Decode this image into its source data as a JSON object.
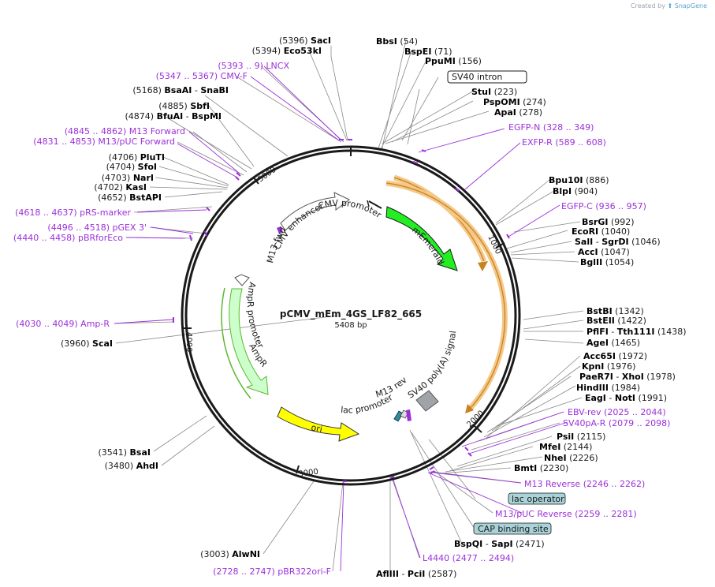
{
  "credit": {
    "prefix": "Created by",
    "brand": "SnapGene"
  },
  "plasmid": {
    "name": "pCMV_mEm_4GS_LF82_665",
    "length": "5408 bp"
  },
  "ring_ticks": [
    {
      "id": "t1000",
      "label": "1000"
    },
    {
      "id": "t2000",
      "label": "2000"
    },
    {
      "id": "t3000",
      "label": "3000"
    },
    {
      "id": "t4000",
      "label": "4000"
    },
    {
      "id": "t5000",
      "label": "5000"
    }
  ],
  "feature_labels": {
    "cmv_enhancer": "CMV enhancer",
    "cmv_promoter": "CMV promoter",
    "m13_fwd": "M13 fwd",
    "memerald": "mEmerald",
    "sv40_polya": "SV40 poly(A) signal",
    "m13_rev": "M13 rev",
    "lac_promoter": "lac promoter",
    "ori": "ori",
    "ampr": "AmpR",
    "ampr_promoter": "AmpR promoter"
  },
  "site_labels": [
    {
      "id": "sacI",
      "parts": [
        [
          "(5396)  ",
          "n"
        ],
        [
          "SacI",
          "b"
        ]
      ]
    },
    {
      "id": "eco53ki",
      "parts": [
        [
          "(5394)  ",
          "n"
        ],
        [
          "Eco53kI",
          "b"
        ]
      ]
    },
    {
      "id": "lncx",
      "parts": [
        [
          "(5393 .. 9)  LNCX",
          "p"
        ]
      ]
    },
    {
      "id": "cmvf",
      "parts": [
        [
          "(5347 .. 5367)  CMV-F",
          "p"
        ]
      ]
    },
    {
      "id": "bsaai",
      "parts": [
        [
          "(5168)  ",
          "n"
        ],
        [
          "BsaAI",
          "b"
        ],
        [
          "  - ",
          "n"
        ],
        [
          "SnaBI",
          "b"
        ]
      ]
    },
    {
      "id": "sbfi",
      "parts": [
        [
          "(4885)  ",
          "n"
        ],
        [
          "SbfI",
          "b"
        ]
      ]
    },
    {
      "id": "bfuai",
      "parts": [
        [
          "(4874)  ",
          "n"
        ],
        [
          "BfuAI",
          "b"
        ],
        [
          "  - ",
          "n"
        ],
        [
          "BspMI",
          "b"
        ]
      ]
    },
    {
      "id": "m13fwd",
      "parts": [
        [
          "(4845 .. 4862)  M13 Forward",
          "p"
        ]
      ]
    },
    {
      "id": "m13puc",
      "parts": [
        [
          "(4831 .. 4853)  M13/pUC Forward",
          "p"
        ]
      ]
    },
    {
      "id": "pluti",
      "parts": [
        [
          "(4706)  ",
          "n"
        ],
        [
          "PluTI",
          "b"
        ]
      ]
    },
    {
      "id": "sfoi",
      "parts": [
        [
          "(4704)  ",
          "n"
        ],
        [
          "SfoI",
          "b"
        ]
      ]
    },
    {
      "id": "nari",
      "parts": [
        [
          "(4703)  ",
          "n"
        ],
        [
          "NarI",
          "b"
        ]
      ]
    },
    {
      "id": "kasi",
      "parts": [
        [
          "(4702)  ",
          "n"
        ],
        [
          "KasI",
          "b"
        ]
      ]
    },
    {
      "id": "bstapi",
      "parts": [
        [
          "(4652)  ",
          "n"
        ],
        [
          "BstAPI",
          "b"
        ]
      ]
    },
    {
      "id": "prs",
      "parts": [
        [
          "(4618 .. 4637)  pRS-marker",
          "p"
        ]
      ]
    },
    {
      "id": "pgex",
      "parts": [
        [
          "(4496 .. 4518)  pGEX 3'",
          "p"
        ]
      ]
    },
    {
      "id": "pbrfor",
      "parts": [
        [
          "(4440 .. 4458)  pBRforEco",
          "p"
        ]
      ]
    },
    {
      "id": "ampr_primer",
      "parts": [
        [
          "(4030 .. 4049)  Amp-R",
          "p"
        ]
      ]
    },
    {
      "id": "scai",
      "parts": [
        [
          "(3960)  ",
          "n"
        ],
        [
          "ScaI",
          "b"
        ]
      ]
    },
    {
      "id": "bsai",
      "parts": [
        [
          "(3541)  ",
          "n"
        ],
        [
          "BsaI",
          "b"
        ]
      ]
    },
    {
      "id": "ahdi",
      "parts": [
        [
          "(3480)  ",
          "n"
        ],
        [
          "AhdI",
          "b"
        ]
      ]
    },
    {
      "id": "alwni",
      "parts": [
        [
          "(3003)  ",
          "n"
        ],
        [
          "AlwNI",
          "b"
        ]
      ]
    },
    {
      "id": "pbr322",
      "parts": [
        [
          "(2728 .. 2747)  pBR322ori-F",
          "p"
        ]
      ]
    },
    {
      "id": "afliii",
      "parts": [
        [
          "AflIII",
          "b"
        ],
        [
          "  - ",
          "n"
        ],
        [
          "PciI",
          "b"
        ],
        [
          "  (2587)",
          "n"
        ]
      ]
    },
    {
      "id": "l4440",
      "parts": [
        [
          "L4440   (2477 .. 2494)",
          "p"
        ]
      ]
    },
    {
      "id": "bspqi",
      "parts": [
        [
          "BspQI",
          "b"
        ],
        [
          "  - ",
          "n"
        ],
        [
          "SapI",
          "b"
        ],
        [
          "  (2471)",
          "n"
        ]
      ]
    },
    {
      "id": "m13pucrev",
      "parts": [
        [
          "M13/pUC Reverse    (2259 .. 2281)",
          "p"
        ]
      ]
    },
    {
      "id": "m13rev",
      "parts": [
        [
          "M13 Reverse    (2246 .. 2262)",
          "p"
        ]
      ]
    },
    {
      "id": "bmti",
      "parts": [
        [
          "BmtI",
          "b"
        ],
        [
          "  (2230)",
          "n"
        ]
      ]
    },
    {
      "id": "nhei",
      "parts": [
        [
          "NheI",
          "b"
        ],
        [
          "  (2226)",
          "n"
        ]
      ]
    },
    {
      "id": "mfei",
      "parts": [
        [
          "MfeI",
          "b"
        ],
        [
          "  (2144)",
          "n"
        ]
      ]
    },
    {
      "id": "psii",
      "parts": [
        [
          "PsiI",
          "b"
        ],
        [
          "  (2115)",
          "n"
        ]
      ]
    },
    {
      "id": "sv40pa",
      "parts": [
        [
          "SV40pA-R    (2079 .. 2098)",
          "p"
        ]
      ]
    },
    {
      "id": "ebvrev",
      "parts": [
        [
          "EBV-rev    (2025 .. 2044)",
          "p"
        ]
      ]
    },
    {
      "id": "eagi",
      "parts": [
        [
          "EagI",
          "b"
        ],
        [
          "  - ",
          "n"
        ],
        [
          "NotI",
          "b"
        ],
        [
          "  (1991)",
          "n"
        ]
      ]
    },
    {
      "id": "hindiii",
      "parts": [
        [
          "HindIII",
          "b"
        ],
        [
          "  (1984)",
          "n"
        ]
      ]
    },
    {
      "id": "paer7i",
      "parts": [
        [
          "PaeR7I",
          "b"
        ],
        [
          "  - ",
          "n"
        ],
        [
          "XhoI",
          "b"
        ],
        [
          "  (1978)",
          "n"
        ]
      ]
    },
    {
      "id": "kpni",
      "parts": [
        [
          "KpnI",
          "b"
        ],
        [
          "  (1976)",
          "n"
        ]
      ]
    },
    {
      "id": "acc65i",
      "parts": [
        [
          "Acc65I",
          "b"
        ],
        [
          "  (1972)",
          "n"
        ]
      ]
    },
    {
      "id": "agei",
      "parts": [
        [
          "AgeI",
          "b"
        ],
        [
          "  (1465)",
          "n"
        ]
      ]
    },
    {
      "id": "pflfi",
      "parts": [
        [
          "PflFI",
          "b"
        ],
        [
          "  - ",
          "n"
        ],
        [
          "Tth111I",
          "b"
        ],
        [
          "  (1438)",
          "n"
        ]
      ]
    },
    {
      "id": "bsteii",
      "parts": [
        [
          "BstEII",
          "b"
        ],
        [
          "  (1422)",
          "n"
        ]
      ]
    },
    {
      "id": "bstbi",
      "parts": [
        [
          "BstBI",
          "b"
        ],
        [
          "  (1342)",
          "n"
        ]
      ]
    },
    {
      "id": "bglii",
      "parts": [
        [
          "BglII",
          "b"
        ],
        [
          "  (1054)",
          "n"
        ]
      ]
    },
    {
      "id": "acci",
      "parts": [
        [
          "AccI",
          "b"
        ],
        [
          "  (1047)",
          "n"
        ]
      ]
    },
    {
      "id": "sali",
      "parts": [
        [
          "SalI",
          "b"
        ],
        [
          "  - ",
          "n"
        ],
        [
          "SgrDI",
          "b"
        ],
        [
          "  (1046)",
          "n"
        ]
      ]
    },
    {
      "id": "ecori",
      "parts": [
        [
          "EcoRI",
          "b"
        ],
        [
          "  (1040)",
          "n"
        ]
      ]
    },
    {
      "id": "bsrgi",
      "parts": [
        [
          "BsrGI",
          "b"
        ],
        [
          "  (992)",
          "n"
        ]
      ]
    },
    {
      "id": "egfpc",
      "parts": [
        [
          "EGFP-C    (936 .. 957)",
          "p"
        ]
      ]
    },
    {
      "id": "blpi",
      "parts": [
        [
          "BlpI",
          "b"
        ],
        [
          "  (904)",
          "n"
        ]
      ]
    },
    {
      "id": "bpu10i",
      "parts": [
        [
          "Bpu10I",
          "b"
        ],
        [
          "  (886)",
          "n"
        ]
      ]
    },
    {
      "id": "exfpr",
      "parts": [
        [
          "EXFP-R    (589 .. 608)",
          "p"
        ]
      ]
    },
    {
      "id": "egfpn",
      "parts": [
        [
          "EGFP-N    (328 .. 349)",
          "p"
        ]
      ]
    },
    {
      "id": "apai",
      "parts": [
        [
          "ApaI",
          "b"
        ],
        [
          "  (278)",
          "n"
        ]
      ]
    },
    {
      "id": "pspomi",
      "parts": [
        [
          "PspOMI",
          "b"
        ],
        [
          "  (274)",
          "n"
        ]
      ]
    },
    {
      "id": "stui",
      "parts": [
        [
          "StuI",
          "b"
        ],
        [
          "  (223)",
          "n"
        ]
      ]
    },
    {
      "id": "sv40intron",
      "parts": [
        [
          "SV40 intron",
          "n"
        ]
      ]
    },
    {
      "id": "ppumi",
      "parts": [
        [
          "PpuMI",
          "b"
        ],
        [
          "  (156)",
          "n"
        ]
      ]
    },
    {
      "id": "bspei",
      "parts": [
        [
          "BspEI",
          "b"
        ],
        [
          "  (71)",
          "n"
        ]
      ]
    },
    {
      "id": "bbsi",
      "parts": [
        [
          "BbsI",
          "b"
        ],
        [
          "  (54)",
          "n"
        ]
      ]
    },
    {
      "id": "lacop",
      "parts": [
        [
          "lac operator",
          "n"
        ]
      ]
    },
    {
      "id": "cap",
      "parts": [
        [
          "CAP binding site",
          "n"
        ]
      ]
    }
  ],
  "colors": {
    "backbone": "#1a1a1a",
    "primer": "#9b30d9",
    "leader": "#888888",
    "memerald": "#22ee22",
    "orange_highlight": "#f5c888",
    "orange_dark": "#c8821e",
    "ori": "#ffff00",
    "ampr": "#ccffcc",
    "ampr_line": "#5bb92e",
    "polya": "#a0a4a8",
    "boxed_label_bg": "#a9d3d9"
  }
}
